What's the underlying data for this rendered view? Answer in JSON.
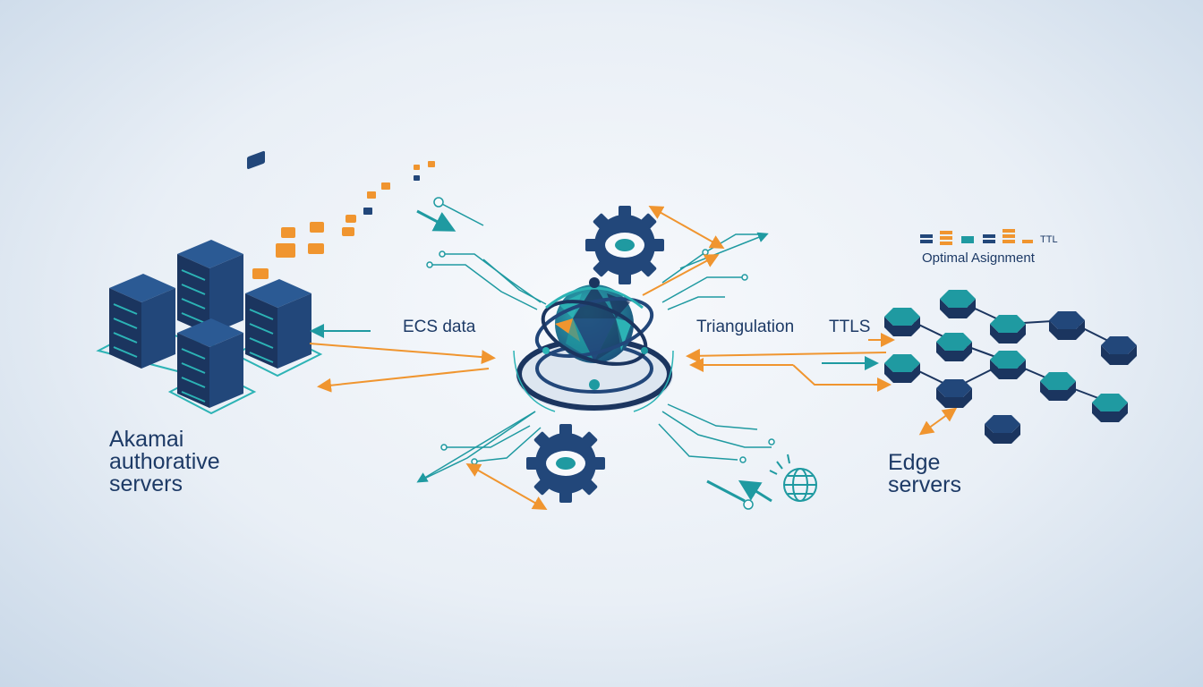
{
  "colors": {
    "navy": "#22477a",
    "navy_dark": "#1b355f",
    "teal": "#1f9aa1",
    "teal_light": "#2cb3b5",
    "orange": "#f0952f",
    "text": "#1d3a66"
  },
  "left_group": {
    "title_line1": "Akamai",
    "title_line2": "authorative",
    "title_line3": "servers"
  },
  "right_group": {
    "title_line1": "Edge",
    "title_line2": "servers"
  },
  "flow_labels": {
    "ecs": "ECS data",
    "triangulation": "Triangulation",
    "ttls": "TTLS"
  },
  "legend": {
    "ttl": "TTL",
    "optimal": "Optimal Asignment"
  },
  "icons": [
    "server-rack-icon",
    "gear-icon",
    "globe-icon",
    "network-node-icon",
    "hexagon-icon"
  ]
}
